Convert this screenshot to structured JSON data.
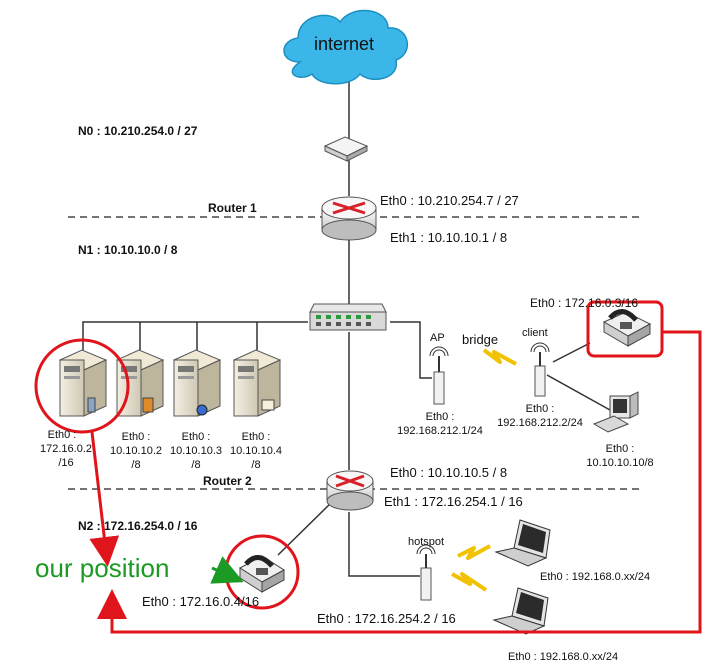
{
  "cloud": {
    "label": "internet"
  },
  "networks": {
    "n0": "N0 : 10.210.254.0 / 27",
    "n1": "N1 : 10.10.10.0 / 8",
    "n2": "N2 : 172.16.254.0 / 16"
  },
  "router1": {
    "label": "Router 1",
    "eth0": "Eth0 : 10.210.254.7 / 27",
    "eth1": "Eth1 : 10.10.10.1 / 8"
  },
  "router2": {
    "label": "Router 2",
    "eth0": "Eth0 : 10.10.10.5 / 8",
    "eth1": "Eth1 : 172.16.254.1 / 16"
  },
  "servers": [
    {
      "line1": "Eth0 :",
      "line2": "172.16.0.2",
      "line3": "/16"
    },
    {
      "line1": "Eth0 :",
      "line2": "10.10.10.2",
      "line3": "/8"
    },
    {
      "line1": "Eth0 :",
      "line2": "10.10.10.3",
      "line3": "/8"
    },
    {
      "line1": "Eth0 :",
      "line2": "10.10.10.4",
      "line3": "/8"
    }
  ],
  "ap": {
    "label": "AP",
    "bridge": "bridge",
    "eth_line1": "Eth0 :",
    "eth_line2": "192.168.212.1/24"
  },
  "client": {
    "label": "client",
    "eth_line1": "Eth0 :",
    "eth_line2": "192.168.212.2/24"
  },
  "phone_top": {
    "eth": "Eth0 : 172.16.0.3/16"
  },
  "computer": {
    "eth_line1": "Eth0 :",
    "eth_line2": "10.10.10.10/8"
  },
  "hotspot": {
    "label": "hotspot",
    "eth": "Eth0 : 172.16.254.2 / 16"
  },
  "laptops": [
    {
      "eth": "Eth0 : 192.168.0.xx/24"
    },
    {
      "eth": "Eth0 : 192.168.0.xx/24"
    }
  ],
  "phone_bottom": {
    "eth": "Eth0 : 172.16.0.4/16"
  },
  "annotation": {
    "text": "our position"
  },
  "colors": {
    "cloud": "#3ab7e8",
    "highlight_red": "#e0141b",
    "annotation_green": "#1b9a24",
    "wireless_yellow": "#f2c200",
    "router_arrow": "#d9202a"
  }
}
